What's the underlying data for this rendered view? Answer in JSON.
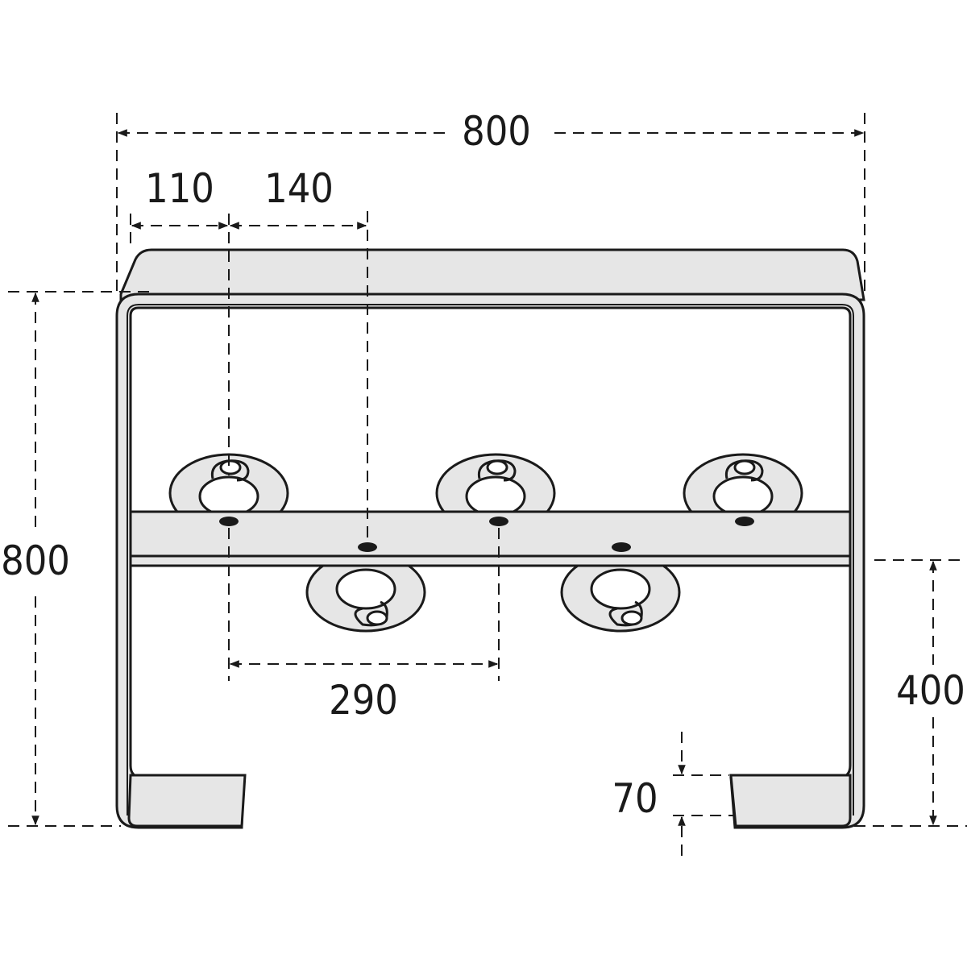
{
  "colors": {
    "fill": "#e6e6e6",
    "stroke": "#1a1a1a",
    "background": "#ffffff"
  },
  "dimensions": {
    "total_width": "800",
    "height": "800",
    "first_offset": "110",
    "second_offset": "140",
    "hook_spacing": "290",
    "bar_height": "400",
    "foot_height": "70"
  }
}
